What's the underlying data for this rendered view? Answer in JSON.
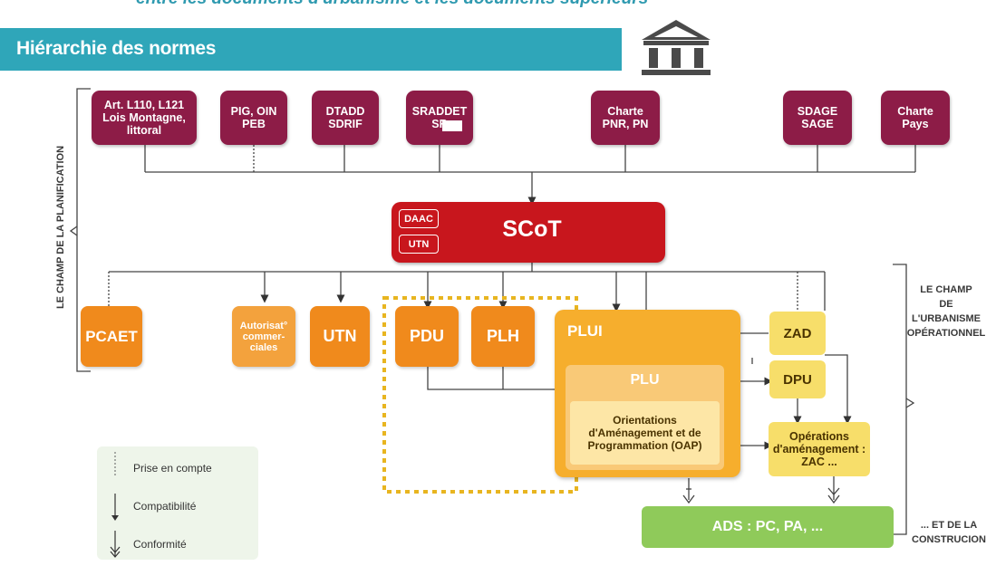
{
  "header": {
    "subtitle": "entre les documents d'urbanisme et les documents supérieurs",
    "title": "Hiérarchie des normes"
  },
  "colors": {
    "banner": "#2fa6b9",
    "top_boxes": "#8d1c47",
    "scot": "#c8161d",
    "orange": "#f08a1c",
    "plui_bg": "#f6ae2d",
    "yellow_boxes": "#f7de6a",
    "ads": "#8fca5a"
  },
  "top_docs": [
    {
      "label": "Art. L110, L121\nLois Montagne,\nlittoral"
    },
    {
      "label": "PIG, OIN\nPEB"
    },
    {
      "label": "DTADD\nSDRIF"
    },
    {
      "label": "SRADDET\nSR"
    },
    {
      "label": "Charte\nPNR, PN"
    },
    {
      "label": "SDAGE\nSAGE"
    },
    {
      "label": "Charte\nPays"
    }
  ],
  "scot": {
    "label": "SCoT",
    "tag1": "DAAC",
    "tag2": "UTN"
  },
  "mid_docs": {
    "pcaet": "PCAET",
    "autorisat": "Autorisat°\ncommer-\nciales",
    "utn": "UTN",
    "pdu": "PDU",
    "plh": "PLH",
    "plui": "PLUI",
    "plu": "PLU",
    "oap": "Orientations\nd'Aménagement et de\nProgrammation (OAP)"
  },
  "operational": {
    "zad": "ZAD",
    "dpu": "DPU",
    "operations": "Opérations\nd'aménagement :\nZAC ..."
  },
  "ads": {
    "label": "ADS : PC, PA, ..."
  },
  "side_labels": {
    "planification": "LE CHAMP DE LA PLANIFICATION",
    "urbanisme": "LE CHAMP\nDE\nL'URBANISME\nOPÉRATIONNEL",
    "construction": "... ET DE LA\nCONSTRUCION"
  },
  "legend": {
    "items": [
      {
        "label": "Prise en compte"
      },
      {
        "label": "Compatibilité"
      },
      {
        "label": "Conformité"
      }
    ]
  }
}
